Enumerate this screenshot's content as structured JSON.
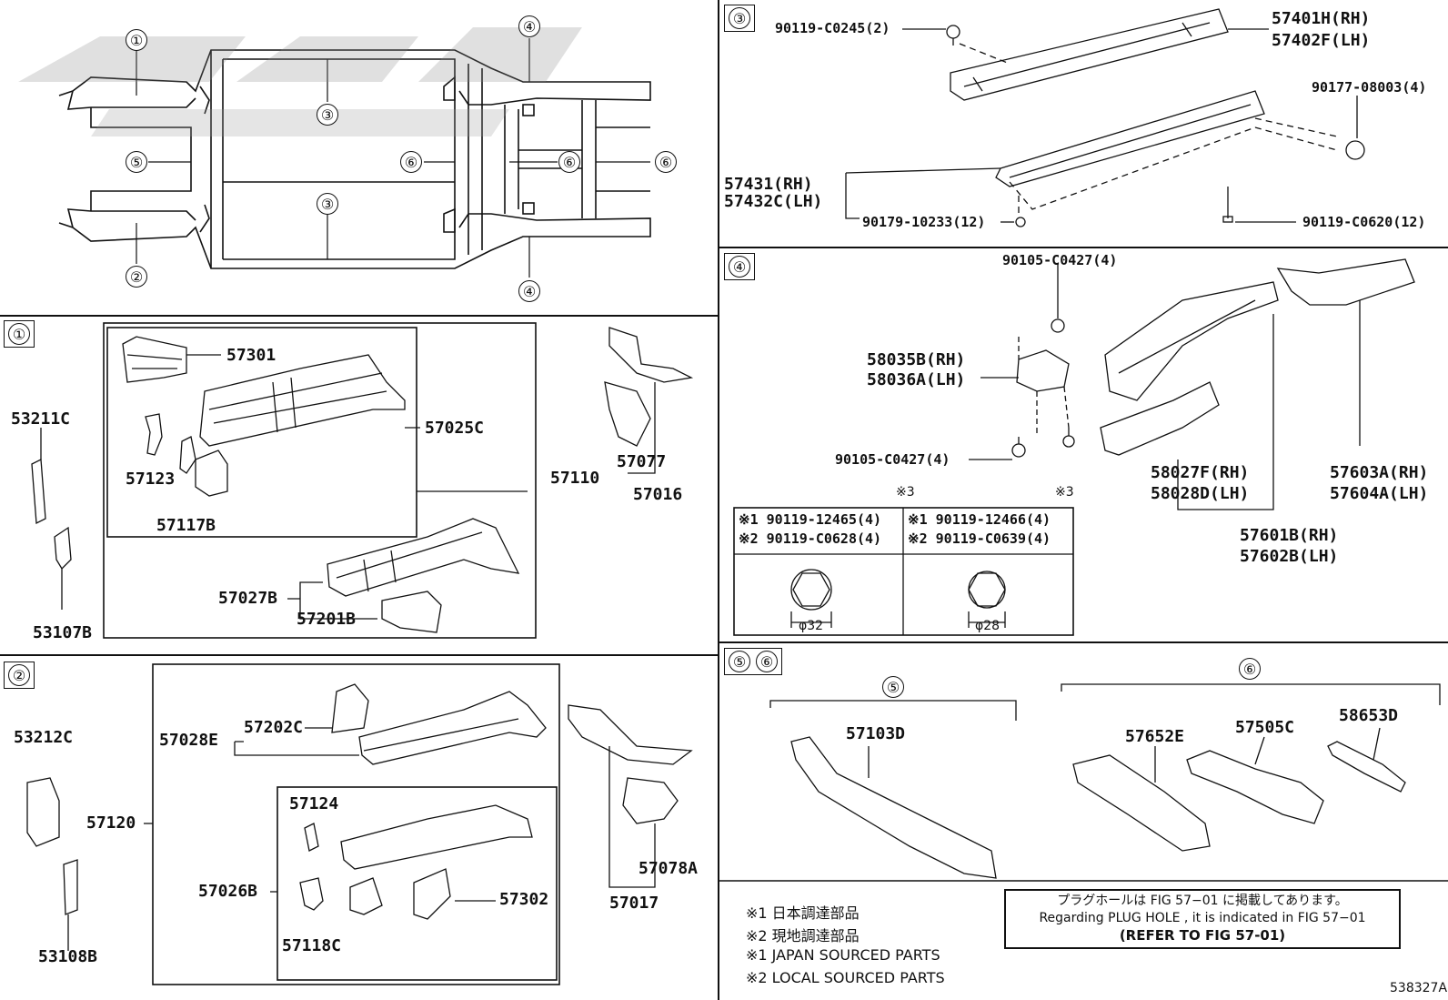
{
  "sections": {
    "s1": "①",
    "s2": "②",
    "s3": "③",
    "s4": "④",
    "s5": "⑤",
    "s6": "⑥"
  },
  "overview": {
    "c1": "①",
    "c2": "②",
    "c3a": "③",
    "c3b": "③",
    "c4a": "④",
    "c4b": "④",
    "c5": "⑤",
    "c6a": "⑥",
    "c6b": "⑥",
    "c6c": "⑥"
  },
  "section1": {
    "p53211C": "53211C",
    "p53107B": "53107B",
    "p57301": "57301",
    "p57123": "57123",
    "p57117B": "57117B",
    "p57025C": "57025C",
    "p57110": "57110",
    "p57027B": "57027B",
    "p57201B": "57201B",
    "p57077": "57077",
    "p57016": "57016"
  },
  "section2": {
    "p53212C": "53212C",
    "p53108B": "53108B",
    "p57120": "57120",
    "p57028E": "57028E",
    "p57202C": "57202C",
    "p57124": "57124",
    "p57026B": "57026B",
    "p57118C": "57118C",
    "p57302": "57302",
    "p57078A": "57078A",
    "p57017": "57017"
  },
  "section3": {
    "bolt1": "90119-C0245(2)",
    "rh1": "57401H(RH)",
    "lh1": "57402F(LH)",
    "nut1": "90177-08003(4)",
    "rh2": "57431(RH)",
    "lh2": "57432C(LH)",
    "plug": "90179-10233(12)",
    "bolt2": "90119-C0620(12)"
  },
  "section4": {
    "bolt_top": "90105-C0427(4)",
    "rh1": "58035B(RH)",
    "lh1": "58036A(LH)",
    "bolt_mid": "90105-C0427(4)",
    "mark3a": "※3",
    "mark3b": "※3",
    "rh2": "58027F(RH)",
    "lh2": "58028D(LH)",
    "rh3": "57603A(RH)",
    "lh3": "57604A(LH)",
    "rh4": "57601B(RH)",
    "lh4": "57602B(LH)",
    "tbl_l1": "※1 90119-12465(4)",
    "tbl_l2": "※2 90119-C0628(4)",
    "tbl_r1": "※1 90119-12466(4)",
    "tbl_r2": "※2 90119-C0639(4)",
    "dim_l": "φ32",
    "dim_r": "φ28"
  },
  "section56": {
    "g5": "⑤",
    "g6": "⑥",
    "p57103D": "57103D",
    "p57652E": "57652E",
    "p57505C": "57505C",
    "p58653D": "58653D"
  },
  "notes": {
    "n1": "※1  日本調達部品",
    "n2": "※2  現地調達部品",
    "n3": "※1  JAPAN SOURCED PARTS",
    "n4": "※2  LOCAL SOURCED PARTS"
  },
  "refbox": {
    "line1": "プラグホールは FIG 57−01 に掲載してあります。",
    "line2": "Regarding  PLUG  HOLE , it is indicated in  FIG  57−01",
    "line3": "(REFER TO FIG 57-01)"
  },
  "figure_id": "538327A"
}
